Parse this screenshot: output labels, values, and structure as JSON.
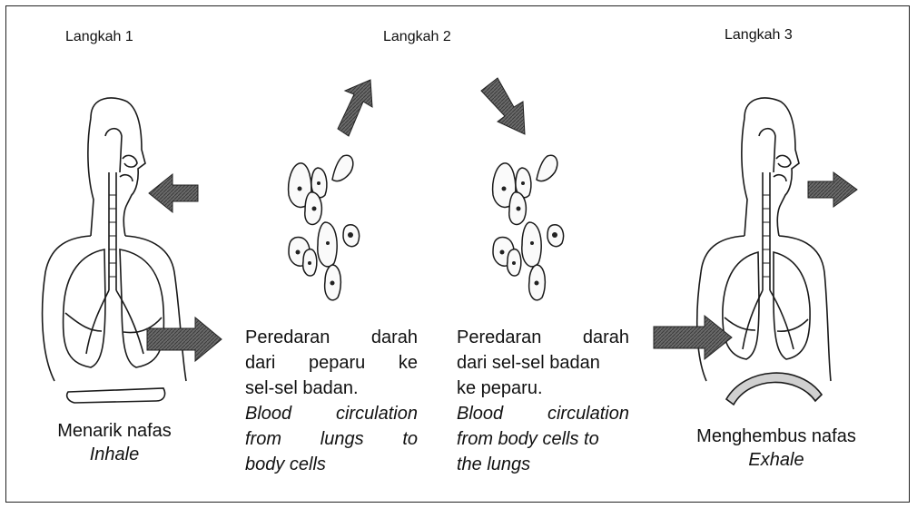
{
  "steps": {
    "step1": "Langkah 1",
    "step2": "Langkah 2",
    "step3": "Langkah 3"
  },
  "inhale": {
    "ms": "Menarik nafas",
    "en": "Inhale"
  },
  "exhale": {
    "ms": "Menghembus nafas",
    "en": "Exhale"
  },
  "desc_left": {
    "ms_line1": "Peredaran darah",
    "ms_line2": "dari peparu ke",
    "ms_line3": "sel-sel badan.",
    "en_line1": "Blood circulation",
    "en_line2": "from lungs to",
    "en_line3": "body cells"
  },
  "desc_right": {
    "ms_line1": "Peredaran darah",
    "ms_line2": "dari sel-sel badan",
    "ms_line3": "ke peparu.",
    "en_line1": "Blood circulation",
    "en_line2": "from body cells to",
    "en_line3": "the lungs"
  },
  "colors": {
    "arrow": "#555555",
    "line": "#1a1a1a"
  }
}
